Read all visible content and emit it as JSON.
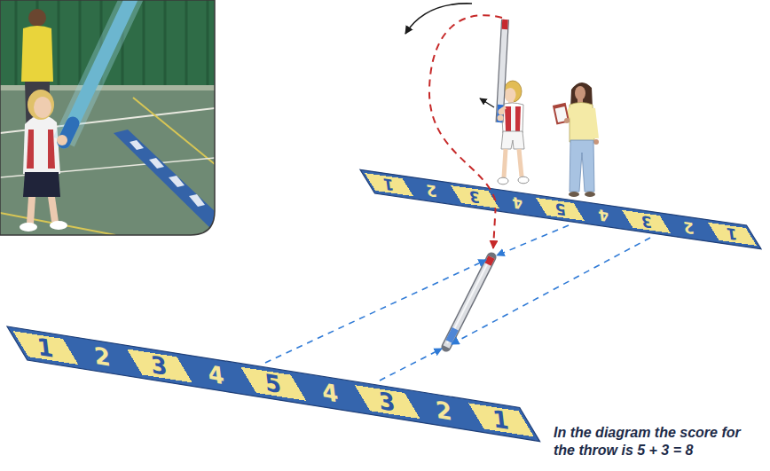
{
  "diagram": {
    "caption": "In the diagram the score for the throw is 5 + 3 = 8",
    "nodes": [
      {
        "text": [
          "1"
        ]
      },
      {
        "text": [
          "2"
        ]
      },
      {
        "text": [
          "3"
        ]
      },
      {
        "text": [
          "4"
        ]
      },
      {
        "text": [
          "5"
        ]
      },
      {
        "text": [
          "4"
        ]
      },
      {
        "text": [
          "3"
        ]
      },
      {
        "text": [
          "2"
        ]
      },
      {
        "text": [
          "1"
        ]
      },
      {
        "text": [
          "1"
        ]
      },
      {
        "text": [
          "2"
        ]
      },
      {
        "text": [
          "3"
        ]
      },
      {
        "text": [
          "4"
        ]
      },
      {
        "text": [
          "5"
        ]
      },
      {
        "text": [
          "4"
        ]
      },
      {
        "text": [
          "3"
        ]
      },
      {
        "text": [
          "2"
        ]
      },
      {
        "text": [
          "1"
        ]
      }
    ]
  }
}
